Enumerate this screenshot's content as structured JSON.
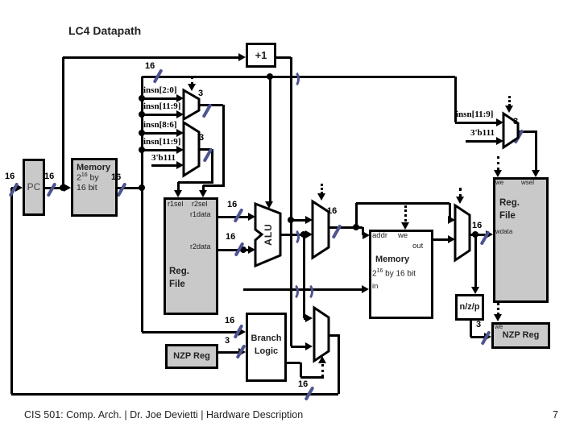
{
  "title": "LC4 Datapath",
  "w16": "16",
  "w3": "3",
  "sig": {
    "insn20": "insn[2:0]",
    "insn119": "insn[11:9]",
    "insn86": "insn[8:6]",
    "c111": "3'b111"
  },
  "blocks": {
    "plus1": "+1",
    "pc": "PC",
    "mem": "Memory",
    "mem_base": "2",
    "mem_exp": "16",
    "mem_by": " by",
    "mem_16bit": "16 bit",
    "dmem_by": " by 16 bit",
    "reg1": "Reg.",
    "reg2": "File",
    "alu": "ALU",
    "nzp": "n/z/p",
    "nzpreg": "NZP Reg",
    "br1": "Branch",
    "br2": "Logic"
  },
  "ports": {
    "r1sel": "r1sel",
    "r2sel": "r2sel",
    "r1data": "r1data",
    "r2data": "r2data",
    "we": "we",
    "wsel": "wsel",
    "wdata": "wdata",
    "addr": "addr",
    "out": "out",
    "in": "in"
  },
  "footer": {
    "text": "CIS 501: Comp. Arch.   |   Dr. Joe Devietti   |   Hardware Description",
    "page": "7"
  }
}
